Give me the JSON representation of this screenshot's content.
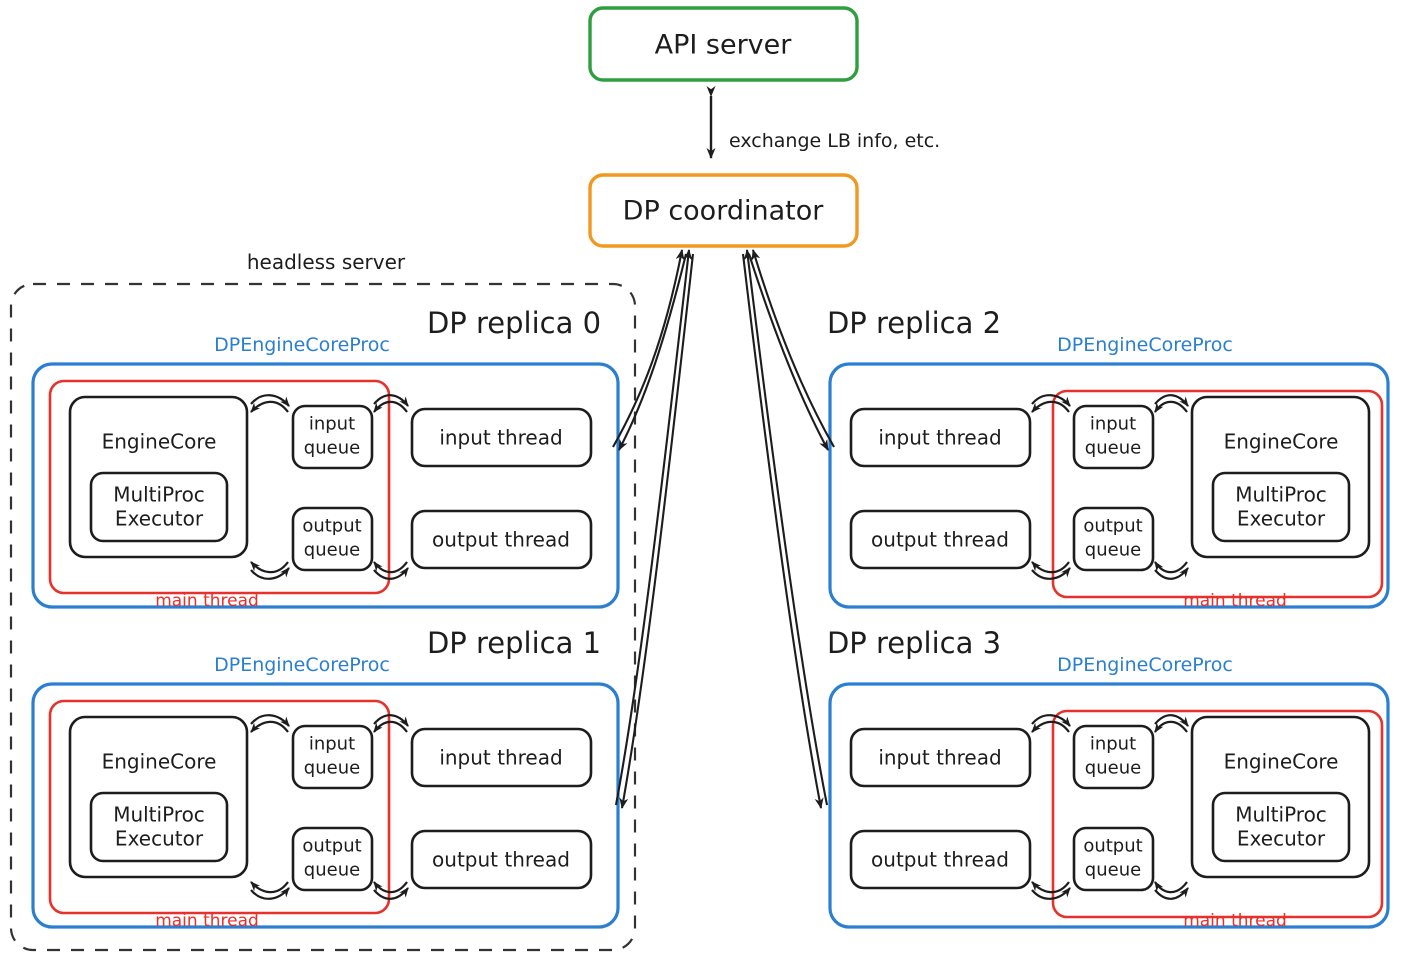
{
  "diagram": {
    "title_nodes": {
      "api_server": "API server",
      "dp_coordinator": "DP coordinator"
    },
    "edge_labels": {
      "coordinator_api": "exchange LB info, etc."
    },
    "group_labels": {
      "headless_server": "headless server"
    },
    "colors": {
      "api_server_border": "#2e9e3e",
      "coordinator_border": "#f0981f",
      "proc_border": "#2b7fd0",
      "main_thread_border": "#e8312b",
      "node_border": "#1d1d1d",
      "dashed_border": "#333333",
      "background": "#ffffff"
    },
    "common": {
      "proc_label": "DPEngineCoreProc",
      "main_thread_label": "main thread",
      "engine_core": "EngineCore",
      "multiproc_executor_line1": "MultiProc",
      "multiproc_executor_line2": "Executor",
      "input_queue_line1": "input",
      "input_queue_line2": "queue",
      "output_queue_line1": "output",
      "output_queue_line2": "queue",
      "input_thread": "input thread",
      "output_thread": "output thread"
    },
    "replicas": [
      {
        "id": 0,
        "label": "DP replica 0",
        "orientation": "engine-left",
        "inside_headless": true
      },
      {
        "id": 1,
        "label": "DP replica 1",
        "orientation": "engine-left",
        "inside_headless": true
      },
      {
        "id": 2,
        "label": "DP replica 2",
        "orientation": "engine-right",
        "inside_headless": false
      },
      {
        "id": 3,
        "label": "DP replica 3",
        "orientation": "engine-right",
        "inside_headless": false
      }
    ]
  }
}
